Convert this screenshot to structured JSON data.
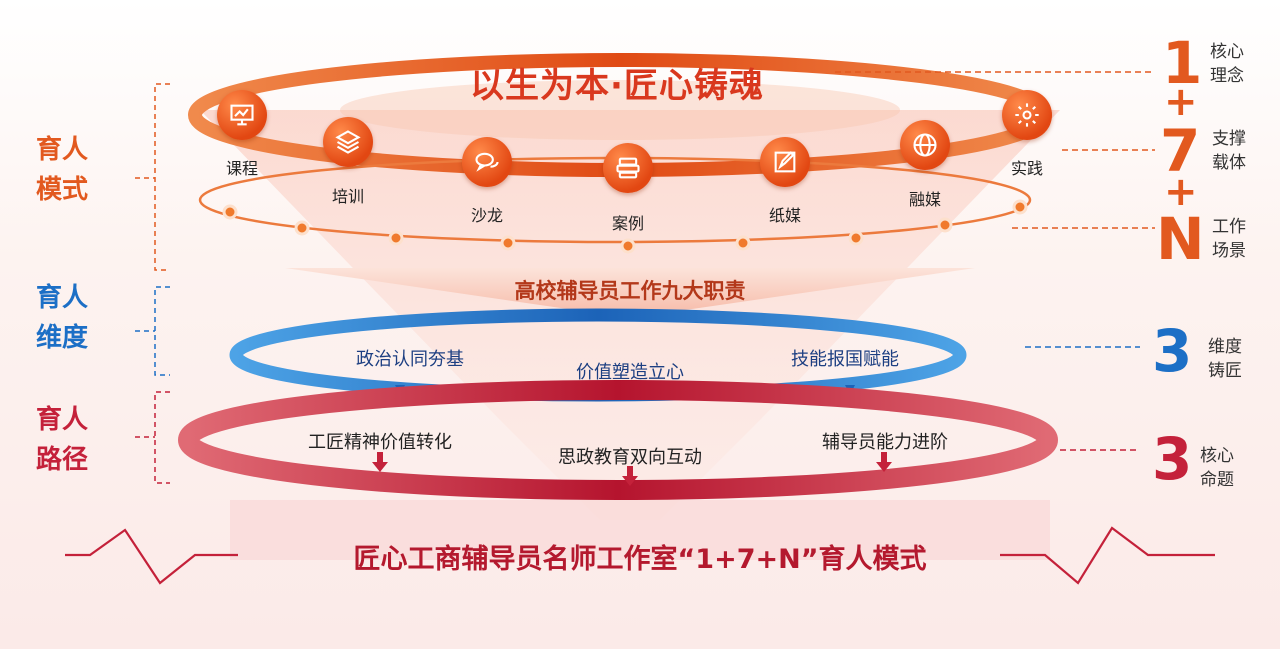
{
  "title": "以生为本·匠心铸魂",
  "nodes": [
    {
      "label": "课程",
      "icon": "presentation-icon"
    },
    {
      "label": "培训",
      "icon": "layers-icon"
    },
    {
      "label": "沙龙",
      "icon": "chat-icon"
    },
    {
      "label": "案例",
      "icon": "books-icon"
    },
    {
      "label": "纸媒",
      "icon": "edit-icon"
    },
    {
      "label": "融媒",
      "icon": "globe-icon"
    },
    {
      "label": "实践",
      "icon": "gear-icon"
    }
  ],
  "funnel_text": "高校辅导员工作九大职责",
  "blue_ring": [
    "政治认同夯基",
    "价值塑造立心",
    "技能报国赋能"
  ],
  "red_ring": [
    "工匠精神价值转化",
    "思政教育双向互动",
    "辅导员能力进阶"
  ],
  "left": {
    "mode": [
      "育人",
      "模式"
    ],
    "dimension": [
      "育人",
      "维度"
    ],
    "path": [
      "育人",
      "路径"
    ]
  },
  "right": {
    "n1": "1",
    "n1_text": [
      "核心",
      "理念"
    ],
    "plus1": "+",
    "n7": "7",
    "n7_text": [
      "支撑",
      "载体"
    ],
    "plus2": "+",
    "nN": "N",
    "nN_text": [
      "工作",
      "场景"
    ],
    "n3a": "3",
    "n3a_text": [
      "维度",
      "铸匠"
    ],
    "n3b": "3",
    "n3b_text": [
      "核心",
      "命题"
    ]
  },
  "bottom_title": "匠心工商辅导员名师工作室“1+7+N”育人模式",
  "colors": {
    "orange": "#e2591f",
    "blue": "#1c6fc6",
    "red": "#c4213a"
  }
}
